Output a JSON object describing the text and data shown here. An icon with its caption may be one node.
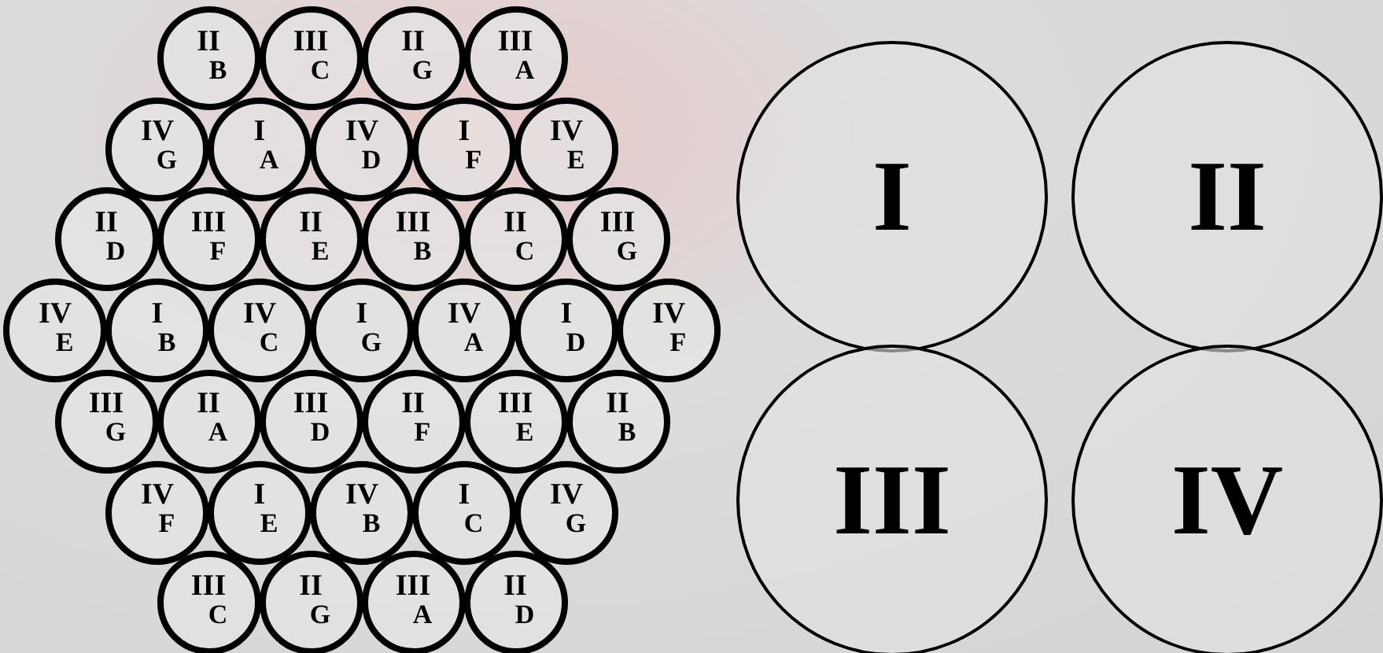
{
  "diagram": {
    "nodes": [
      {
        "text": [
          "II",
          "B"
        ]
      },
      {
        "text": [
          "III",
          "C"
        ]
      },
      {
        "text": [
          "II",
          "G"
        ]
      },
      {
        "text": [
          "III",
          "A"
        ]
      },
      {
        "text": [
          "IV",
          "G"
        ]
      },
      {
        "text": [
          "I",
          "A"
        ]
      },
      {
        "text": [
          "IV",
          "D"
        ]
      },
      {
        "text": [
          "I",
          "F"
        ]
      },
      {
        "text": [
          "IV",
          "E"
        ]
      },
      {
        "text": [
          "II",
          "D"
        ]
      },
      {
        "text": [
          "III",
          "F"
        ]
      },
      {
        "text": [
          "II",
          "E"
        ]
      },
      {
        "text": [
          "III",
          "B"
        ]
      },
      {
        "text": [
          "II",
          "C"
        ]
      },
      {
        "text": [
          "III",
          "G"
        ]
      },
      {
        "text": [
          "IV",
          "E"
        ]
      },
      {
        "text": [
          "I",
          "B"
        ]
      },
      {
        "text": [
          "IV",
          "C"
        ]
      },
      {
        "text": [
          "I",
          "G"
        ]
      },
      {
        "text": [
          "IV",
          "A"
        ]
      },
      {
        "text": [
          "I",
          "D"
        ]
      },
      {
        "text": [
          "IV",
          "F"
        ]
      },
      {
        "text": [
          "III",
          "G"
        ]
      },
      {
        "text": [
          "II",
          "A"
        ]
      },
      {
        "text": [
          "III",
          "D"
        ]
      },
      {
        "text": [
          "II",
          "F"
        ]
      },
      {
        "text": [
          "III",
          "E"
        ]
      },
      {
        "text": [
          "II",
          "B"
        ]
      },
      {
        "text": [
          "IV",
          "F"
        ]
      },
      {
        "text": [
          "I",
          "E"
        ]
      },
      {
        "text": [
          "IV",
          "B"
        ]
      },
      {
        "text": [
          "I",
          "C"
        ]
      },
      {
        "text": [
          "IV",
          "G"
        ]
      },
      {
        "text": [
          "III",
          "C"
        ]
      },
      {
        "text": [
          "II",
          "G"
        ]
      },
      {
        "text": [
          "III",
          "A"
        ]
      },
      {
        "text": [
          "II",
          "D"
        ]
      },
      {
        "text": [
          "I"
        ]
      },
      {
        "text": [
          "II"
        ]
      },
      {
        "text": [
          "III"
        ]
      },
      {
        "text": [
          "IV"
        ]
      }
    ]
  }
}
